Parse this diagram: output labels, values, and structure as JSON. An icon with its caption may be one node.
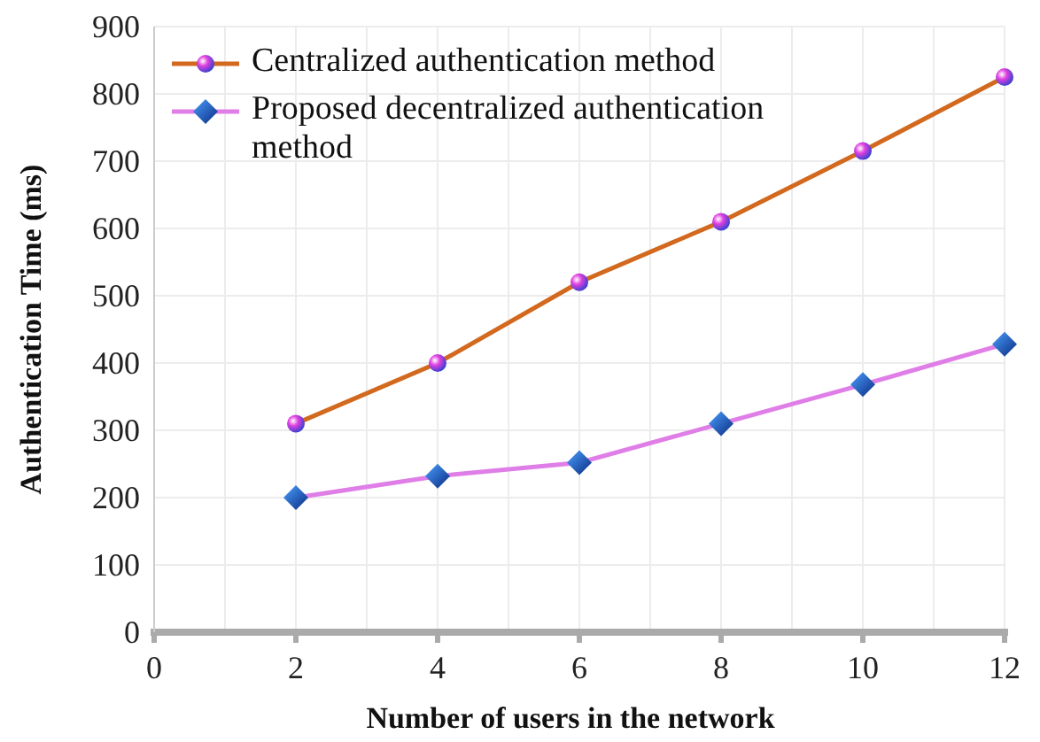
{
  "diagram": {
    "chart_data": {
      "type": "line",
      "xlabel": "Number of users in the network",
      "ylabel": "Authentication Time (ms)",
      "x": [
        2,
        4,
        6,
        8,
        10,
        12
      ],
      "series": [
        {
          "name": "Centralized authentication method",
          "color": "#d2691e",
          "marker": "circle",
          "values": [
            310,
            400,
            520,
            610,
            715,
            825
          ]
        },
        {
          "name": "Proposed decentralized authentication method",
          "color": "#e07ee8",
          "marker": "diamond",
          "values": [
            200,
            232,
            252,
            310,
            368,
            428
          ]
        }
      ],
      "grid": true,
      "legend": true,
      "xlim": [
        0,
        12
      ],
      "ylim": [
        0,
        900
      ],
      "xticks": [
        0,
        2,
        4,
        6,
        8,
        10,
        12
      ],
      "yticks": [
        0,
        100,
        200,
        300,
        400,
        500,
        600,
        700,
        800,
        900
      ]
    }
  }
}
